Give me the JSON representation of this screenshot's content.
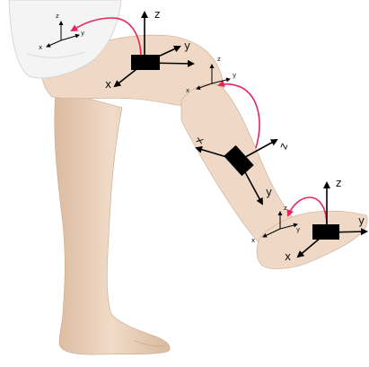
{
  "frames": {
    "thigh_global": {
      "z": "z",
      "y": "y",
      "x": "x"
    },
    "thigh_sensor": {
      "z": "z",
      "y": "y",
      "x": "x"
    },
    "knee_global": {
      "z": "z",
      "y": "y",
      "x": "x"
    },
    "shank_sensor": {
      "z": "z",
      "y": "y",
      "x": "x"
    },
    "ankle_global": {
      "z": "z",
      "y": "y",
      "x": "x"
    },
    "foot_sensor": {
      "z": "z",
      "y": "y",
      "x": "x"
    }
  },
  "colors": {
    "skin": "#eed8c4",
    "skin_shadow": "#d8b89e",
    "shorts": "#f3f3f3",
    "sensor": "#000000",
    "axis": "#000000",
    "arrow": "#e8265d"
  }
}
